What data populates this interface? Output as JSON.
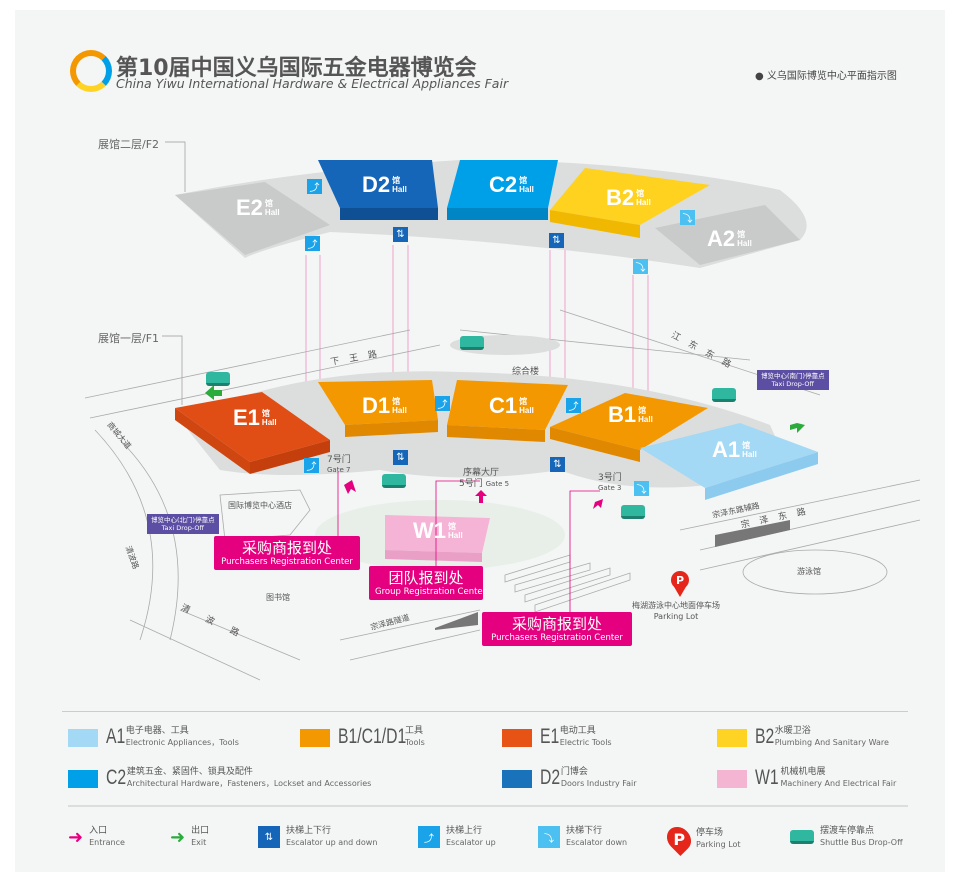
{
  "header": {
    "title": "第10届中国义乌国际五金电器博览会",
    "subtitle": "China Yiwu International Hardware & Electrical Appliances Fair",
    "map_caption": "义乌国际博览中心平面指示图"
  },
  "floors": {
    "f2": "展馆二层/F2",
    "f1": "展馆一层/F1"
  },
  "halls": {
    "suffix_cn": "馆",
    "suffix_en": "Hall",
    "f2": [
      "E2",
      "D2",
      "C2",
      "B2",
      "A2"
    ],
    "f1": [
      "E1",
      "D1",
      "C1",
      "B1",
      "A1",
      "W1"
    ]
  },
  "places": {
    "xiawang_road": "下王路",
    "zonghe": "综合楼",
    "jiangdong_road": "江东东路",
    "chengbei_road": "商城大道",
    "gate7_cn": "7号门",
    "gate7_en": "Gate 7",
    "xumu": "序幕大厅",
    "gate5_cn": "5号门",
    "gate5_en": "Gate 5",
    "gate3_cn": "3号门",
    "gate3_en": "Gate 3",
    "hotel": "国际博览中心酒店",
    "qingbo_road_left": "清波路",
    "library": "图书馆",
    "qingbo_road": "清波路",
    "zongze_tunnel": "宗泽路隧道",
    "zongze_aux": "宗泽东路辅路",
    "zongze_road": "宗泽东路",
    "swim": "游泳馆",
    "parking_cn": "梅湖游泳中心地面停车场",
    "parking_en": "Parking Lot"
  },
  "taxi": {
    "north_cn": "博览中心(北门)停靠点",
    "north_en": "Taxi Drop-Off",
    "south_cn": "博览中心(南门)停靠点",
    "south_en": "Taxi Drop-Off"
  },
  "registration": [
    {
      "cn": "采购商报到处",
      "en": "Purchasers Registration Center"
    },
    {
      "cn": "团队报到处",
      "en": "Group Registration Center"
    },
    {
      "cn": "采购商报到处",
      "en": "Purchasers Registration Center"
    }
  ],
  "legend": [
    {
      "code": "A1",
      "cn": "电子电器、工具",
      "en": "Electronic Appliances，Tools",
      "color": "#a3d9f5"
    },
    {
      "code": "B1/C1/D1",
      "cn": "工具",
      "en": "Tools",
      "color": "#f39800"
    },
    {
      "code": "E1",
      "cn": "电动工具",
      "en": "Electric Tools",
      "color": "#e65314"
    },
    {
      "code": "B2",
      "cn": "水暖卫浴",
      "en": "Plumbing And Sanitary Ware",
      "color": "#ffd324"
    },
    {
      "code": "C2",
      "cn": "建筑五金、紧固件、锁具及配件",
      "en": "Architectural Hardware，Fasteners，Lockset and Accessories",
      "color": "#00a0e9"
    },
    {
      "code": "D2",
      "cn": "门博会",
      "en": "Doors Industry Fair",
      "color": "#1a72bb"
    },
    {
      "code": "W1",
      "cn": "机械机电展",
      "en": "Machinery And Electrical Fair",
      "color": "#f4b5d3"
    }
  ],
  "symbols": [
    {
      "cn": "入口",
      "en": "Entrance"
    },
    {
      "cn": "出口",
      "en": "Exit"
    },
    {
      "cn": "扶梯上下行",
      "en": "Escalator up and down"
    },
    {
      "cn": "扶梯上行",
      "en": "Escalator up"
    },
    {
      "cn": "扶梯下行",
      "en": "Escalator down"
    },
    {
      "cn": "停车场",
      "en": "Parking Lot"
    },
    {
      "cn": "摆渡车停靠点",
      "en": "Shuttle Bus Drop-Off"
    }
  ]
}
